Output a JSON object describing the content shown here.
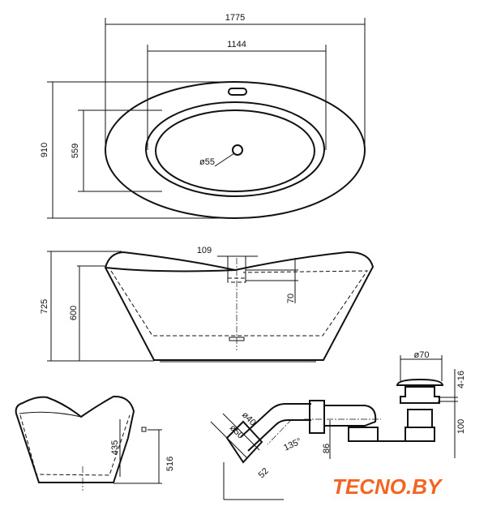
{
  "dimensions": {
    "overall_length": "1775",
    "inner_length": "1144",
    "overall_width": "910",
    "inner_width": "559",
    "drain_diameter": "ø55",
    "overflow_offset": "109",
    "overflow_depth": "70",
    "overall_height": "725",
    "rim_height": "600",
    "end_inner_depth": "435",
    "end_overflow_height": "516",
    "pipe_diameter_40": "ø40",
    "pipe_diameter_50": "ø50",
    "angle": "135°",
    "connector_length": "52",
    "siphon_height": "86",
    "plug_diameter": "ø70",
    "plug_lift": "4-16",
    "drain_height": "100"
  },
  "logo": {
    "text": "TECNO.BY",
    "color": "#f26522"
  }
}
